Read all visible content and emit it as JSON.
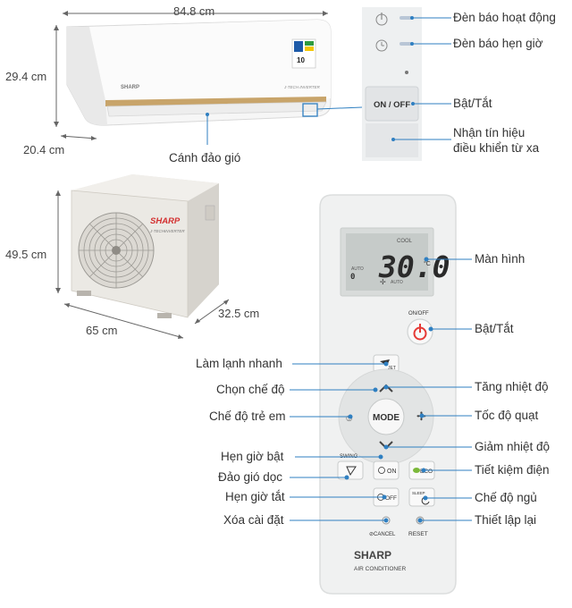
{
  "dimensions": {
    "indoor_width": "84.8 cm",
    "indoor_height": "29.4 cm",
    "indoor_depth": "20.4 cm",
    "outdoor_height": "49.5 cm",
    "outdoor_width": "65 cm",
    "outdoor_depth": "32.5 cm"
  },
  "indoor_unit": {
    "brand": "SHARP",
    "tech_mark": "J-TECH INVERTER",
    "energy_label": "10",
    "louver_label": "Cánh đảo gió"
  },
  "panel_labels": {
    "operation_light": "Đèn báo hoạt động",
    "timer_light": "Đèn báo hẹn giờ",
    "power": "Bật/Tắt",
    "receiver_line1": "Nhận tín hiệu",
    "receiver_line2": "điều khiển từ xa",
    "onoff_button": "ON / OFF"
  },
  "outdoor_unit": {
    "brand": "SHARP",
    "tech_mark": "J-TECH INVERTER"
  },
  "remote": {
    "display_mode": "COOL",
    "display_temp": "30.0",
    "display_unit": "°C",
    "display_small_left": "AUTO",
    "display_small_fan": "AUTO",
    "onoff_caption": "ON/OFF",
    "jet_label": "JET",
    "mode_label": "MODE",
    "swing_label": "SWING",
    "on_label": "ON",
    "eco_label": "ECO",
    "off_label": "OFF",
    "sleep_label": "SLEEP",
    "cancel_label": "CANCEL",
    "reset_label": "RESET",
    "brand": "SHARP",
    "subtitle": "AIR CONDITIONER"
  },
  "remote_labels_left": {
    "jet": "Làm lạnh nhanh",
    "mode": "Chọn chế độ",
    "kids": "Chế độ trẻ em",
    "timer_on": "Hẹn giờ bật",
    "swing": "Đảo gió dọc",
    "timer_off": "Hẹn giờ tắt",
    "cancel": "Xóa cài đặt"
  },
  "remote_labels_right": {
    "screen": "Màn hình",
    "power": "Bật/Tắt",
    "temp_up": "Tăng nhiệt độ",
    "fan_speed": "Tốc độ quạt",
    "temp_down": "Giảm nhiệt độ",
    "eco": "Tiết kiệm điện",
    "sleep": "Chế độ ngủ",
    "reset": "Thiết lập lại"
  },
  "colors": {
    "pointer_blue": "#2f7fc1",
    "power_red": "#e53935",
    "eco_green": "#7bb83a",
    "gold_trim": "#c8a46a"
  }
}
